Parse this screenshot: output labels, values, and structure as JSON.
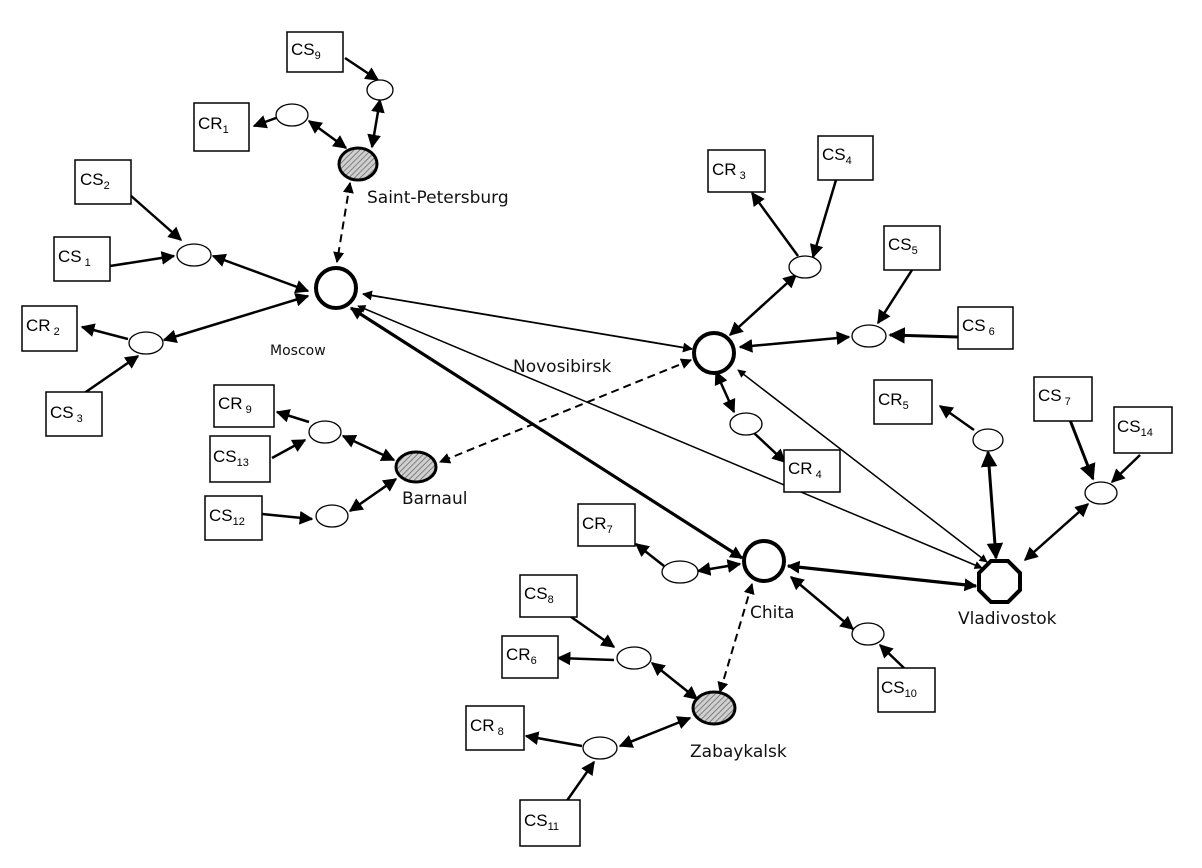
{
  "colors": {
    "line": "#000000",
    "hub_fill": "#ffffff",
    "secondary_fill": "#b8b8b8",
    "background": "#ffffff"
  },
  "cities": [
    {
      "id": "moscow",
      "label": "Moscow",
      "kind": "hub"
    },
    {
      "id": "novosibirsk",
      "label": "Novosibirsk",
      "kind": "hub"
    },
    {
      "id": "chita",
      "label": "Chita",
      "kind": "hub"
    },
    {
      "id": "vladivostok",
      "label": "Vladivostok",
      "kind": "hub"
    },
    {
      "id": "spb",
      "label": "Saint-Petersburg",
      "kind": "secondary"
    },
    {
      "id": "barnaul",
      "label": "Barnaul",
      "kind": "secondary"
    },
    {
      "id": "zabaykalsk",
      "label": "Zabaykalsk",
      "kind": "secondary"
    }
  ],
  "boxes": [
    {
      "id": "cs9",
      "main": "CS",
      "sub": "9"
    },
    {
      "id": "cr1",
      "main": "CR",
      "sub": "1"
    },
    {
      "id": "cs2",
      "main": "CS",
      "sub": "2"
    },
    {
      "id": "cs1",
      "main": "CS",
      "sub": "1"
    },
    {
      "id": "cr2",
      "main": "CR",
      "sub": "2"
    },
    {
      "id": "cs3",
      "main": "CS",
      "sub": "3"
    },
    {
      "id": "cr9",
      "main": "CR",
      "sub": "9"
    },
    {
      "id": "cs13",
      "main": "CS",
      "sub": "13"
    },
    {
      "id": "cs12",
      "main": "CS",
      "sub": "12"
    },
    {
      "id": "cr3",
      "main": "CR",
      "sub": "3"
    },
    {
      "id": "cs4",
      "main": "CS",
      "sub": "4"
    },
    {
      "id": "cs5",
      "main": "CS",
      "sub": "5"
    },
    {
      "id": "cs6",
      "main": "CS",
      "sub": "6"
    },
    {
      "id": "cr4",
      "main": "CR",
      "sub": "4"
    },
    {
      "id": "cr5",
      "main": "CR",
      "sub": "5"
    },
    {
      "id": "cs7",
      "main": "CS",
      "sub": "7"
    },
    {
      "id": "cs14",
      "main": "CS",
      "sub": "14"
    },
    {
      "id": "cr7",
      "main": "CR",
      "sub": "7"
    },
    {
      "id": "cs8",
      "main": "CS",
      "sub": "8"
    },
    {
      "id": "cr6",
      "main": "CR",
      "sub": "6"
    },
    {
      "id": "cs10",
      "main": "CS",
      "sub": "10"
    },
    {
      "id": "cr8",
      "main": "CR",
      "sub": "8"
    },
    {
      "id": "cs11",
      "main": "CS",
      "sub": "11"
    }
  ]
}
